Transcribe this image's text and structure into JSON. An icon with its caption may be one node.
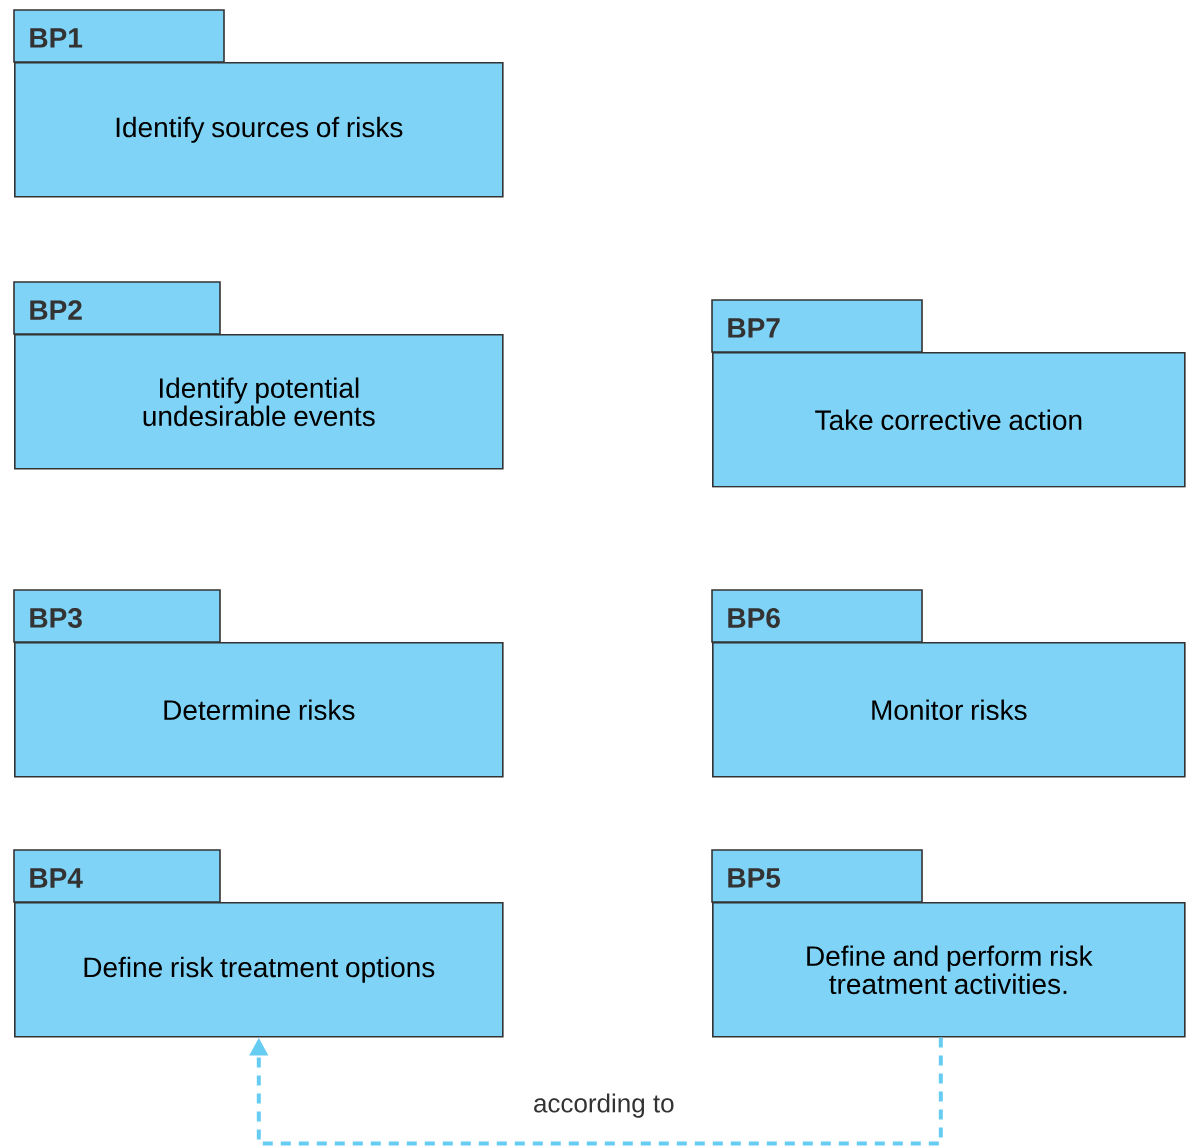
{
  "diagram": {
    "nodes": [
      {
        "text": [
          "BP1",
          "Identify sources of risks"
        ]
      },
      {
        "text": [
          "BP2",
          "Identify potential undesirable events"
        ]
      },
      {
        "text": [
          "BP7",
          "Take corrective action"
        ]
      },
      {
        "text": [
          "BP3",
          "Determine risks"
        ]
      },
      {
        "text": [
          "BP6",
          "Monitor risks"
        ]
      },
      {
        "text": [
          "BP4",
          "Define risk treatment options"
        ]
      },
      {
        "text": [
          "BP5",
          "Define and perform risk treatment activities."
        ]
      }
    ],
    "edges": [
      {
        "from": 6,
        "to": 5,
        "arrow": "to",
        "label": "according to",
        "style": "dashed",
        "color": "#66ccf2"
      }
    ]
  }
}
